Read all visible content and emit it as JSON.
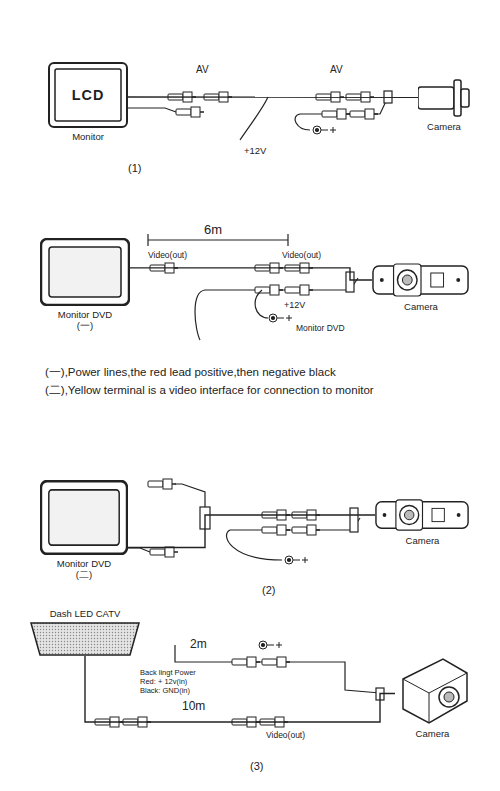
{
  "diagram": {
    "nodes": [
      {
        "text": [
          "LCD",
          "Monitor"
        ]
      },
      {
        "text": [
          "Camera"
        ]
      },
      {
        "text": [
          "Monitor DVD (一)"
        ]
      },
      {
        "text": [
          "Camera"
        ]
      },
      {
        "text": [
          "Monitor DVD (二)"
        ]
      },
      {
        "text": [
          "Camera"
        ]
      },
      {
        "text": [
          "Dash LED CATV"
        ]
      },
      {
        "text": [
          "Camera"
        ]
      }
    ],
    "edges": [
      {
        "from": 0,
        "to": 1,
        "arrow": "none"
      },
      {
        "from": 2,
        "to": 3,
        "arrow": "none"
      },
      {
        "from": 4,
        "to": 5,
        "arrow": "none"
      },
      {
        "from": 6,
        "to": 7,
        "arrow": "none"
      }
    ],
    "labels": [
      "AV",
      "AV",
      "+12V",
      "(1)",
      "6m",
      "Video(out)",
      "Video(out)",
      "+12V",
      "Monitor DVD",
      "(一),Power lines,the red lead positive,then negative black",
      "(二),Yellow terminal is a video interface for connection to monitor",
      "(2)",
      "2m",
      "Back lingt Power",
      "Red: + 12v(in)",
      "Black: GND(in)",
      "10m",
      "Video(out)",
      "(3)"
    ]
  }
}
